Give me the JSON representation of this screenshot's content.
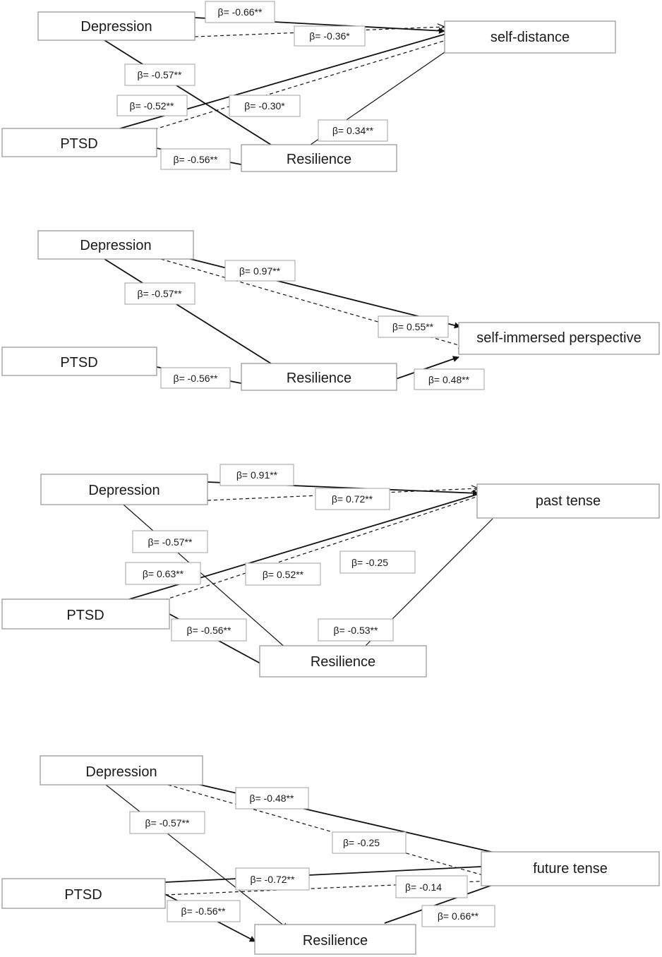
{
  "panels": [
    {
      "nodes": {
        "depression": "Depression",
        "ptsd": "PTSD",
        "resilience": "Resilience",
        "outcome": "self-distance"
      },
      "coefficients": {
        "dep_to_outcome": "β= -0.66**",
        "dep_to_outcome_indirect": "β= -0.36*",
        "dep_to_resilience": "β= -0.57**",
        "ptsd_to_outcome": "β= -0.52**",
        "ptsd_to_outcome_indirect": "β= -0.30*",
        "resilience_to_outcome": "β= 0.34**",
        "ptsd_to_resilience": "β= -0.56**"
      }
    },
    {
      "nodes": {
        "depression": "Depression",
        "ptsd": "PTSD",
        "resilience": "Resilience",
        "outcome": "self-immersed perspective"
      },
      "coefficients": {
        "dep_to_outcome": "β= 0.97**",
        "dep_to_resilience": "β= -0.57**",
        "dep_to_outcome_indirect": "β= 0.55**",
        "ptsd_to_resilience": "β= -0.56**",
        "resilience_to_outcome": "β= 0.48**"
      }
    },
    {
      "nodes": {
        "depression": "Depression",
        "ptsd": "PTSD",
        "resilience": "Resilience",
        "outcome": "past tense"
      },
      "coefficients": {
        "dep_to_outcome": "β= 0.91**",
        "dep_to_outcome_indirect": "β= 0.72**",
        "dep_to_resilience": "β= -0.57**",
        "ptsd_to_outcome": "β= 0.63**",
        "ptsd_to_outcome_indirect": "β= 0.52**",
        "unattached": "β= -0.25",
        "ptsd_to_resilience": "β= -0.56**",
        "resilience_to_outcome": "β= -0.53**"
      }
    },
    {
      "nodes": {
        "depression": "Depression",
        "ptsd": "PTSD",
        "resilience": "Resilience",
        "outcome": "future tense"
      },
      "coefficients": {
        "dep_to_outcome": "β= -0.48**",
        "dep_to_resilience": "β= -0.57**",
        "dep_to_outcome_indirect": "β= -0.25",
        "ptsd_to_outcome": "β= -0.72**",
        "ptsd_to_outcome_indirect": "β= -0.14",
        "ptsd_to_resilience": "β= -0.56**",
        "resilience_to_outcome": "β= 0.66**"
      }
    }
  ]
}
